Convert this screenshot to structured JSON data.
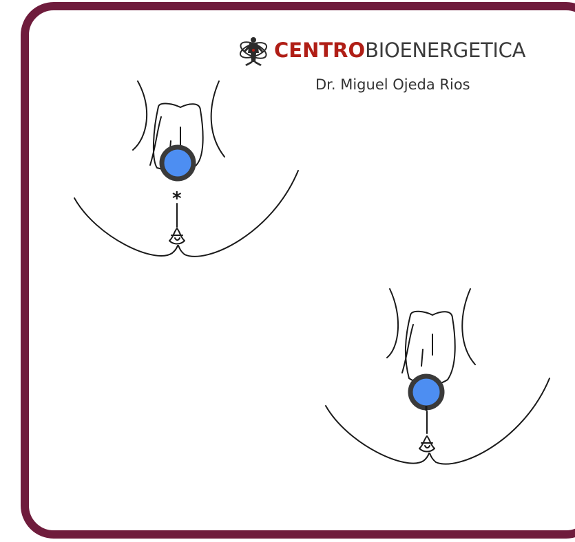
{
  "brand": {
    "bold": "CENTRO",
    "light": "BIOENERGETICA",
    "icon": "meditating-figure-icon"
  },
  "subtitle": "Dr. Miguel Ojeda Rios",
  "colors": {
    "frame": "#6f1c3c",
    "brand_red": "#b01e16",
    "point_fill": "#4d8ef2",
    "point_ring": "#3a3a3a",
    "line": "#1a1a1a"
  },
  "figures": [
    {
      "name": "upper-left-figure",
      "marker": "*"
    },
    {
      "name": "lower-right-figure",
      "marker": ""
    }
  ]
}
